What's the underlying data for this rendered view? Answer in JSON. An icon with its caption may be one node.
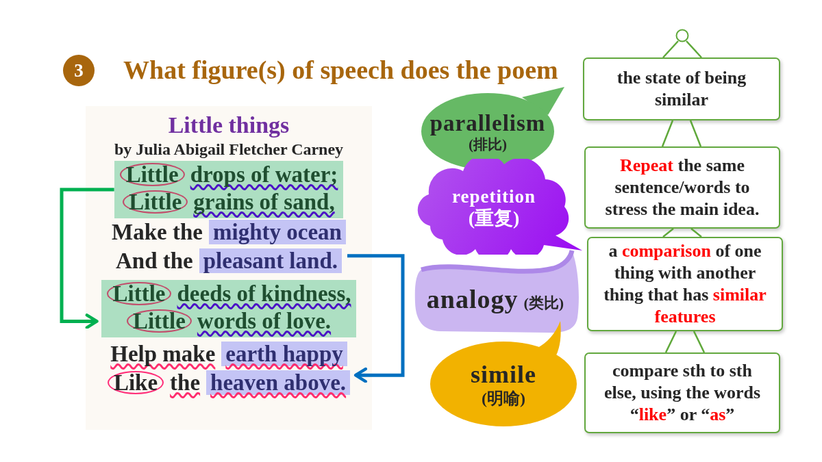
{
  "diagram": {
    "title": "What figure(s) of speech does the poem",
    "nodes": [
      {
        "text": [
          "3"
        ]
      },
      {
        "text": [
          "Little things",
          "by Julia Abigail Fletcher Carney",
          "Make the",
          "And the",
          "Help make",
          "the"
        ]
      },
      {
        "text": [
          "drops of water;",
          "grains of sand,"
        ],
        "in": 1
      },
      {
        "text": [
          "Little"
        ],
        "in": 2
      },
      {
        "text": [
          "Little"
        ],
        "in": 2
      },
      {
        "text": [
          "mighty ocean"
        ],
        "in": 1
      },
      {
        "text": [
          "pleasant land."
        ],
        "in": 1
      },
      {
        "text": [
          "deeds of kindness,",
          "words of love."
        ],
        "in": 1
      },
      {
        "text": [
          "Little"
        ],
        "in": 7
      },
      {
        "text": [
          "Little"
        ],
        "in": 7
      },
      {
        "text": [
          "earth happy"
        ],
        "in": 1
      },
      {
        "text": [
          "Like"
        ],
        "in": 1
      },
      {
        "text": [
          "heaven above."
        ],
        "in": 1
      },
      {
        "text": [
          "parallelism",
          "(排比)"
        ]
      },
      {
        "text": [
          "repetition",
          "(重复)"
        ]
      },
      {
        "text": [
          "analogy",
          "(类比)"
        ]
      },
      {
        "text": [
          "simile",
          "(明喻)"
        ]
      },
      {
        "text": [],
        "shape": "circle"
      },
      {
        "text": [
          "the state of being similar"
        ]
      },
      {
        "text": [
          "**Repeat** the same sentence/words to stress the main idea."
        ]
      },
      {
        "text": [
          "a **comparison** of one thing with another thing that has **similar features**"
        ]
      },
      {
        "text": [
          "compare sth to sth else, using the words “**like**” or “**as**”"
        ]
      }
    ],
    "edges": [
      {
        "from": 2,
        "to": 7,
        "arrow": "to",
        "style": "thick",
        "color": "#00b050"
      },
      {
        "from": 6,
        "to": 12,
        "arrow": "to",
        "style": "thick",
        "color": "#0070c0"
      },
      {
        "from": 17,
        "to": 18,
        "arrow": "none"
      },
      {
        "from": 17,
        "to": 18,
        "arrow": "none"
      },
      {
        "from": 18,
        "to": 19,
        "arrow": "none"
      },
      {
        "from": 18,
        "to": 19,
        "arrow": "none"
      },
      {
        "from": 19,
        "to": 20,
        "arrow": "none"
      },
      {
        "from": 19,
        "to": 20,
        "arrow": "none"
      },
      {
        "from": 20,
        "to": 21,
        "arrow": "none"
      },
      {
        "from": 20,
        "to": 21,
        "arrow": "none"
      }
    ]
  }
}
